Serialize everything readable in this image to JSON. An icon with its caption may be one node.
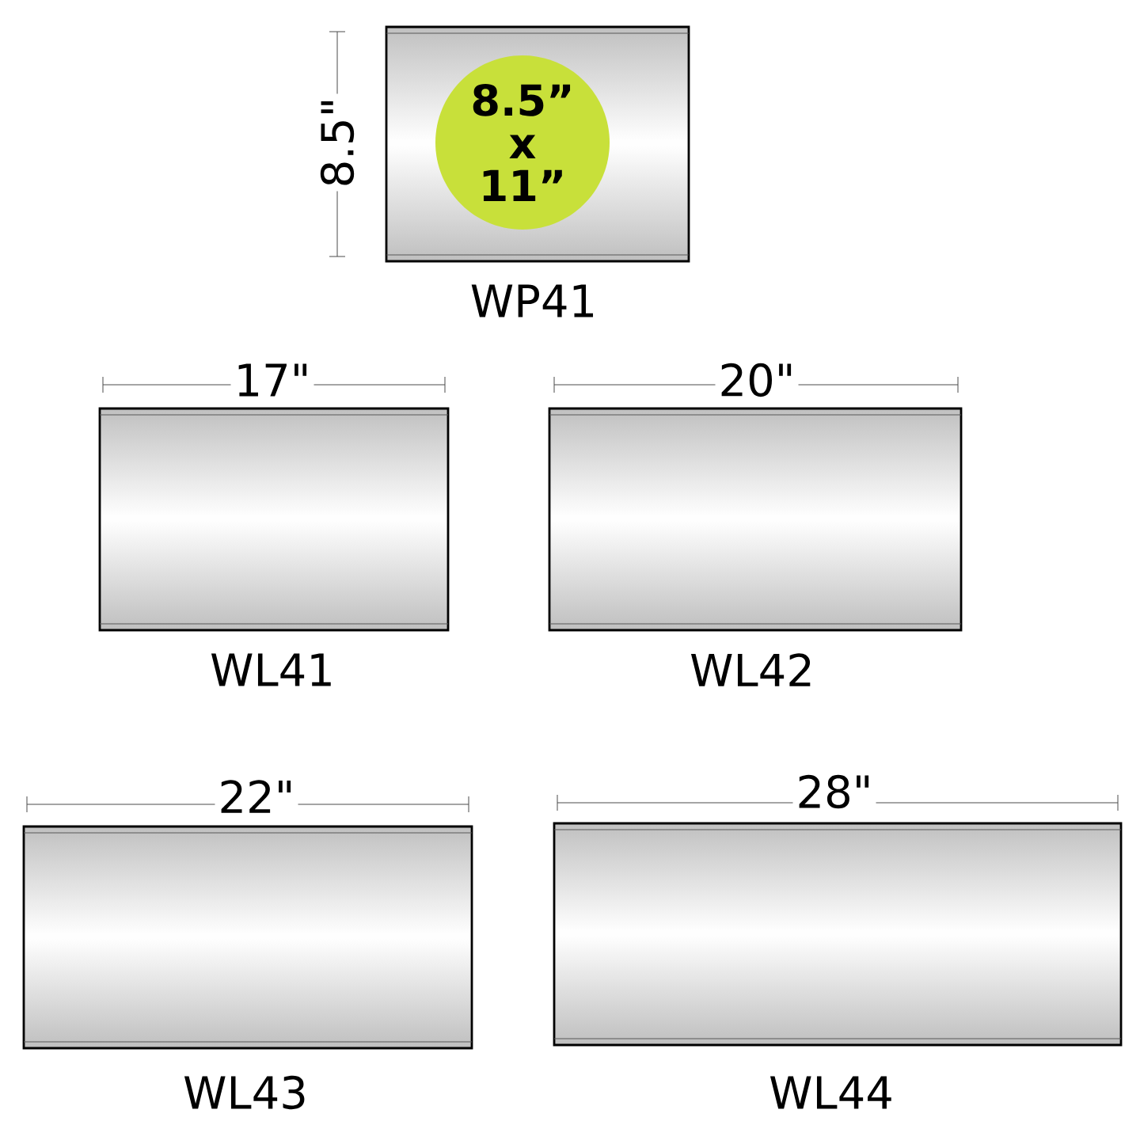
{
  "diagram": {
    "nodes": [
      {
        "text": [],
        "shape": "box",
        "beside": [
          "WP41"
        ]
      },
      {
        "text": [
          "8.5” x 11”"
        ],
        "in": 0
      },
      {
        "text": [],
        "shape": "box",
        "beside": [
          "WL41"
        ]
      },
      {
        "text": [],
        "shape": "box",
        "beside": [
          "WL42"
        ]
      },
      {
        "text": [],
        "shape": "box",
        "beside": [
          "WL43"
        ]
      },
      {
        "text": [],
        "shape": "box",
        "beside": [
          "WL44"
        ]
      }
    ],
    "labels": [
      "8.5\"",
      "17\"",
      "20\"",
      "22\"",
      "28\""
    ]
  }
}
